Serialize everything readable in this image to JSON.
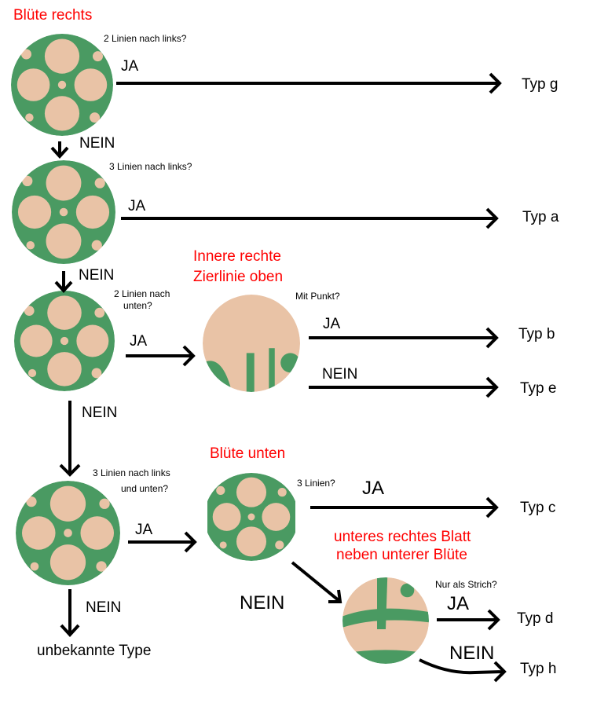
{
  "colors": {
    "heading": "#ff0000",
    "stamp_green": "#4a9a62",
    "stamp_paper": "#e9c3a6",
    "arrow": "#000000"
  },
  "headings": {
    "bluete_rechts": "Blüte rechts",
    "innere_zierlinie_1": "Innere rechte",
    "innere_zierlinie_2": "Zierlinie oben",
    "bluete_unten": "Blüte unten",
    "unteres_blatt_1": "unteres rechtes Blatt",
    "unteres_blatt_2": "neben unterer Blüte"
  },
  "questions": {
    "q1": "2 Linien nach links?",
    "q2": "3 Linien nach links?",
    "q3a": "2 Linien nach",
    "q3b": "unten?",
    "q4": "Mit Punkt?",
    "q5a": "3 Linien nach links",
    "q5b": "und unten?",
    "q6": "3 Linien?",
    "q7": "Nur als Strich?"
  },
  "answers": {
    "yes": "JA",
    "no": "NEIN"
  },
  "results": {
    "g": "Typ g",
    "a": "Typ a",
    "b": "Typ b",
    "e": "Typ e",
    "c": "Typ c",
    "d": "Typ d",
    "h": "Typ h",
    "unknown": "unbekannte Type"
  }
}
